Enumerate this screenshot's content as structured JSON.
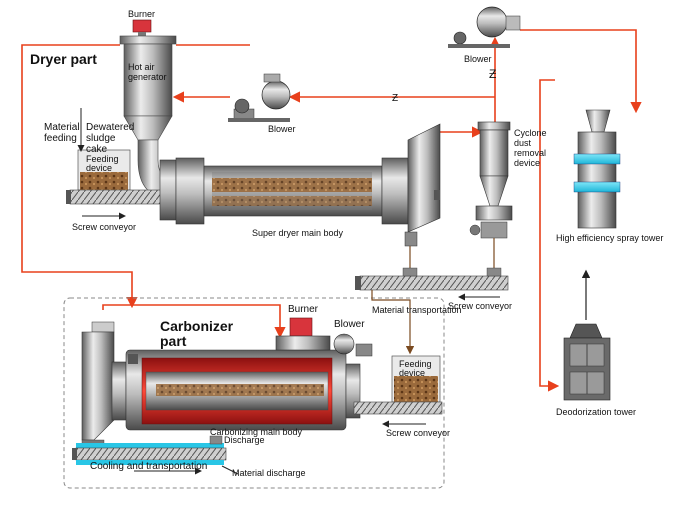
{
  "sections": {
    "dryer": "Dryer part",
    "carbonizer_line1": "Carbonizer",
    "carbonizer_line2": "part"
  },
  "labels": {
    "burner_top": "Burner",
    "hot_air_1": "Hot air",
    "hot_air_2": "generator",
    "material_feeding_1": "Material",
    "material_feeding_2": "feeding",
    "dewatered_1": "Dewatered",
    "dewatered_2": "sludge",
    "dewatered_3": "cake",
    "feeding_device_top_1": "Feeding",
    "feeding_device_top_2": "device",
    "screw_conveyor_top": "Screw conveyor",
    "blower_middle": "Blower",
    "blower_top_right": "Blower",
    "cyclone_1": "Cyclone",
    "cyclone_2": "dust",
    "cyclone_3": "removal",
    "cyclone_4": "device",
    "super_dryer": "Super dryer main body",
    "high_efficiency": "High efficiency spray tower",
    "screw_conveyor_right": "Screw conveyor",
    "material_transport": "Material transportation",
    "burner_bottom": "Burner",
    "blower_bottom": "Blower",
    "feeding_device_bottom_1": "Feeding",
    "feeding_device_bottom_2": "device",
    "screw_conveyor_bottom": "Screw conveyor",
    "deodorization": "Deodorization tower",
    "discharge": "Discharge",
    "carbonizing_body": "Carbonizing main body",
    "cooling": "Cooling and transportation",
    "material_discharge": "Material discharge"
  },
  "colors": {
    "hot_air_line": "#e8401c",
    "metal_dark": "#5a5a5a",
    "metal_light": "#d9d9d9",
    "material": "#8b5a2b",
    "spray": "#29c6e6",
    "burner_red": "#d8343c",
    "dashed_border": "#888888"
  }
}
